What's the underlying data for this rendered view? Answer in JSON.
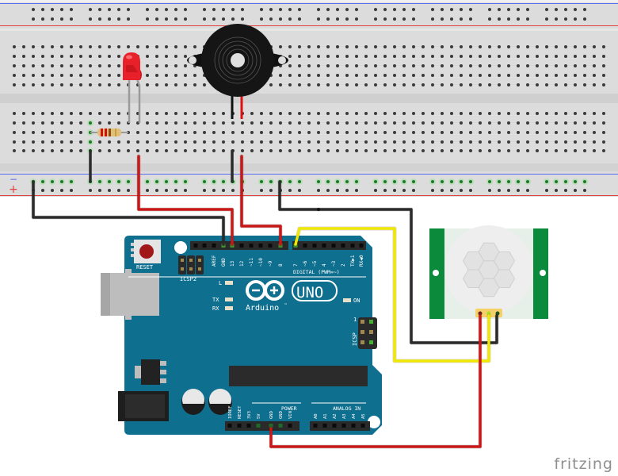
{
  "watermark": "fritzing",
  "breadboard": {
    "rail_minus_symbol": "−",
    "rail_plus_symbol": "+",
    "colors": {
      "body": "#dcdcdc",
      "hole": "#3a3a3a",
      "active_hole": "#3cb043",
      "rail_blue": "#5b6cf0",
      "rail_red": "#e04040"
    }
  },
  "components": {
    "led": {
      "name": "Red LED",
      "color": "#e8202a"
    },
    "resistor": {
      "name": "Resistor",
      "bands": [
        "#d01010",
        "#d01010",
        "#8b4a10",
        "#c8a040"
      ]
    },
    "buzzer": {
      "name": "Piezo Buzzer"
    },
    "pir": {
      "name": "PIR Motion Sensor",
      "pcb_color": "#0a8a3a"
    },
    "arduino": {
      "name": "Arduino UNO",
      "board_color": "#0f6f8f",
      "logo_text": "Arduino",
      "logo_tm": "™",
      "uno_text": "UNO",
      "reset_label": "RESET",
      "icsp2_label": "ICSP2",
      "icsp_label": "ICSP",
      "icsp_pin1": "1",
      "led_labels": {
        "l": "L",
        "tx": "TX",
        "rx": "RX",
        "on": "ON"
      },
      "digital_label": "DIGITAL (PWM=~)",
      "power_label": "POWER",
      "analog_label": "ANALOG IN",
      "top_header_left": [
        "",
        "",
        "AREF",
        "GND",
        "13",
        "12",
        "~11",
        "~10",
        "~9",
        "8"
      ],
      "top_header_right": [
        "7",
        "~6",
        "~5",
        "4",
        "~3",
        "2",
        "TX▶1",
        "RX◀0"
      ],
      "power_pins": [
        "IOREF",
        "RESET",
        "3V3",
        "5V",
        "GND",
        "GND",
        "VIN"
      ],
      "analog_pins": [
        "A0",
        "A1",
        "A2",
        "A3",
        "A4",
        "A5"
      ]
    }
  },
  "wires": [
    {
      "name": "led-gnd-wire",
      "color": "#2b2b2b",
      "from": "breadboard GND rail",
      "to": "Arduino GND"
    },
    {
      "name": "led-signal-wire",
      "color": "#c81818",
      "from": "LED anode row",
      "to": "Arduino pin 13"
    },
    {
      "name": "buzzer-signal-wire",
      "color": "#c81818",
      "from": "Buzzer +",
      "to": "Arduino pin 8"
    },
    {
      "name": "pir-gnd-wire",
      "color": "#2b2b2b",
      "from": "breadboard GND rail",
      "to": "PIR GND"
    },
    {
      "name": "pir-signal-wire",
      "color": "#f0e800",
      "from": "PIR OUT",
      "to": "Arduino pin 7"
    },
    {
      "name": "pir-power-wire",
      "color": "#c81818",
      "from": "PIR VCC",
      "to": "Arduino 5V"
    }
  ]
}
